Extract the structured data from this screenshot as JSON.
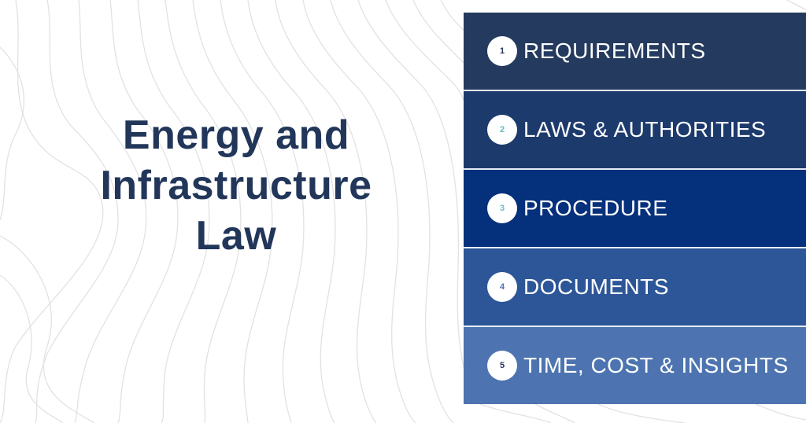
{
  "title": {
    "lines": [
      "Energy and",
      "Infrastructure",
      "Law"
    ],
    "color": "#22365a"
  },
  "steps": [
    {
      "number": "1",
      "label": "REQUIREMENTS",
      "bg": "#243a5e",
      "num_color": "#22365a"
    },
    {
      "number": "2",
      "label": "LAWS & AUTHORITIES",
      "bg": "#1c3a6c",
      "num_color": "#5bbfc0"
    },
    {
      "number": "3",
      "label": "PROCEDURE",
      "bg": "#05307c",
      "num_color": "#6fb8d6"
    },
    {
      "number": "4",
      "label": "DOCUMENTS",
      "bg": "#2c5698",
      "num_color": "#4a72b0"
    },
    {
      "number": "5",
      "label": "TIME, COST & INSIGHTS",
      "bg": "#4d74b0",
      "num_color": "#22365a"
    }
  ],
  "background": {
    "pattern": "topographic-contour-lines",
    "line_color": "#e4e4e4"
  }
}
